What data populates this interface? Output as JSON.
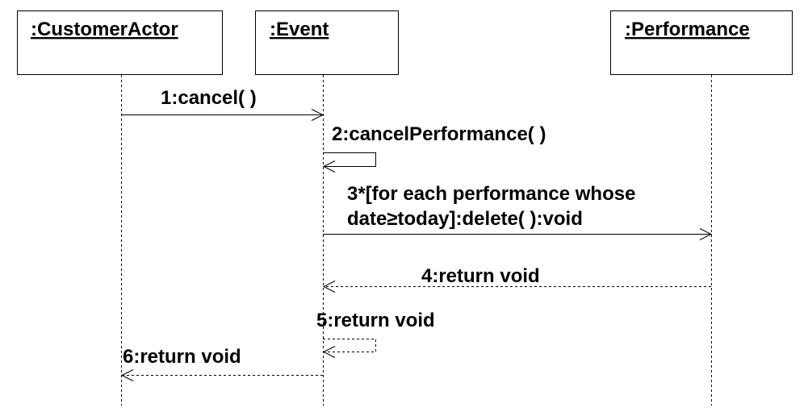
{
  "objects": {
    "customer": ":CustomerActor",
    "event": ":Event",
    "performance": ":Performance"
  },
  "messages": {
    "m1": "1:cancel( )",
    "m2": "2:cancelPerformance( )",
    "m3_line1": "3*[for each performance whose",
    "m3_line2": "date≥today]:delete( ):void",
    "m4": "4:return void",
    "m5": "5:return void",
    "m6": "6:return void"
  }
}
